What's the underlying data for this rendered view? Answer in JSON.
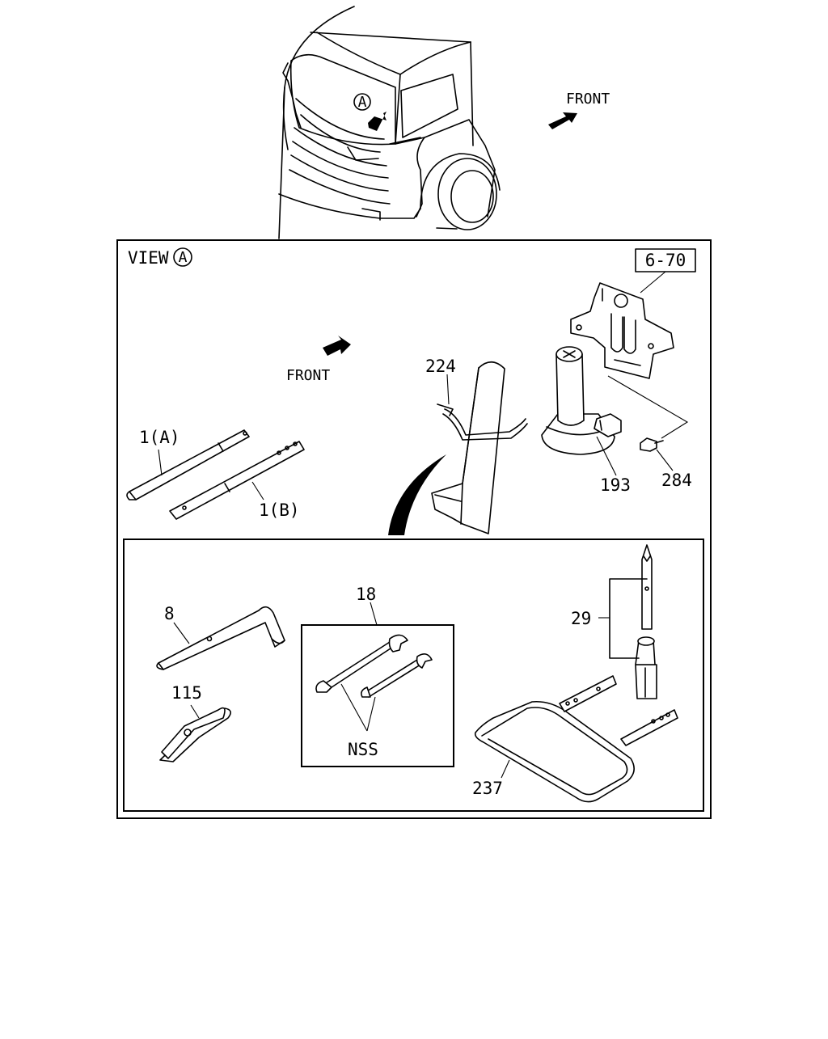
{
  "labels": {
    "circle_a": "A",
    "front_top": "FRONT",
    "view": "VIEW",
    "view_circle": "A",
    "ref_box": "6-70",
    "front_view": "FRONT",
    "p224": "224",
    "p193": "193",
    "p284": "284",
    "p1a": "1(A)",
    "p1b": "1(B)",
    "p8": "8",
    "p18": "18",
    "p115": "115",
    "nss": "NSS",
    "p29": "29",
    "p237": "237"
  }
}
